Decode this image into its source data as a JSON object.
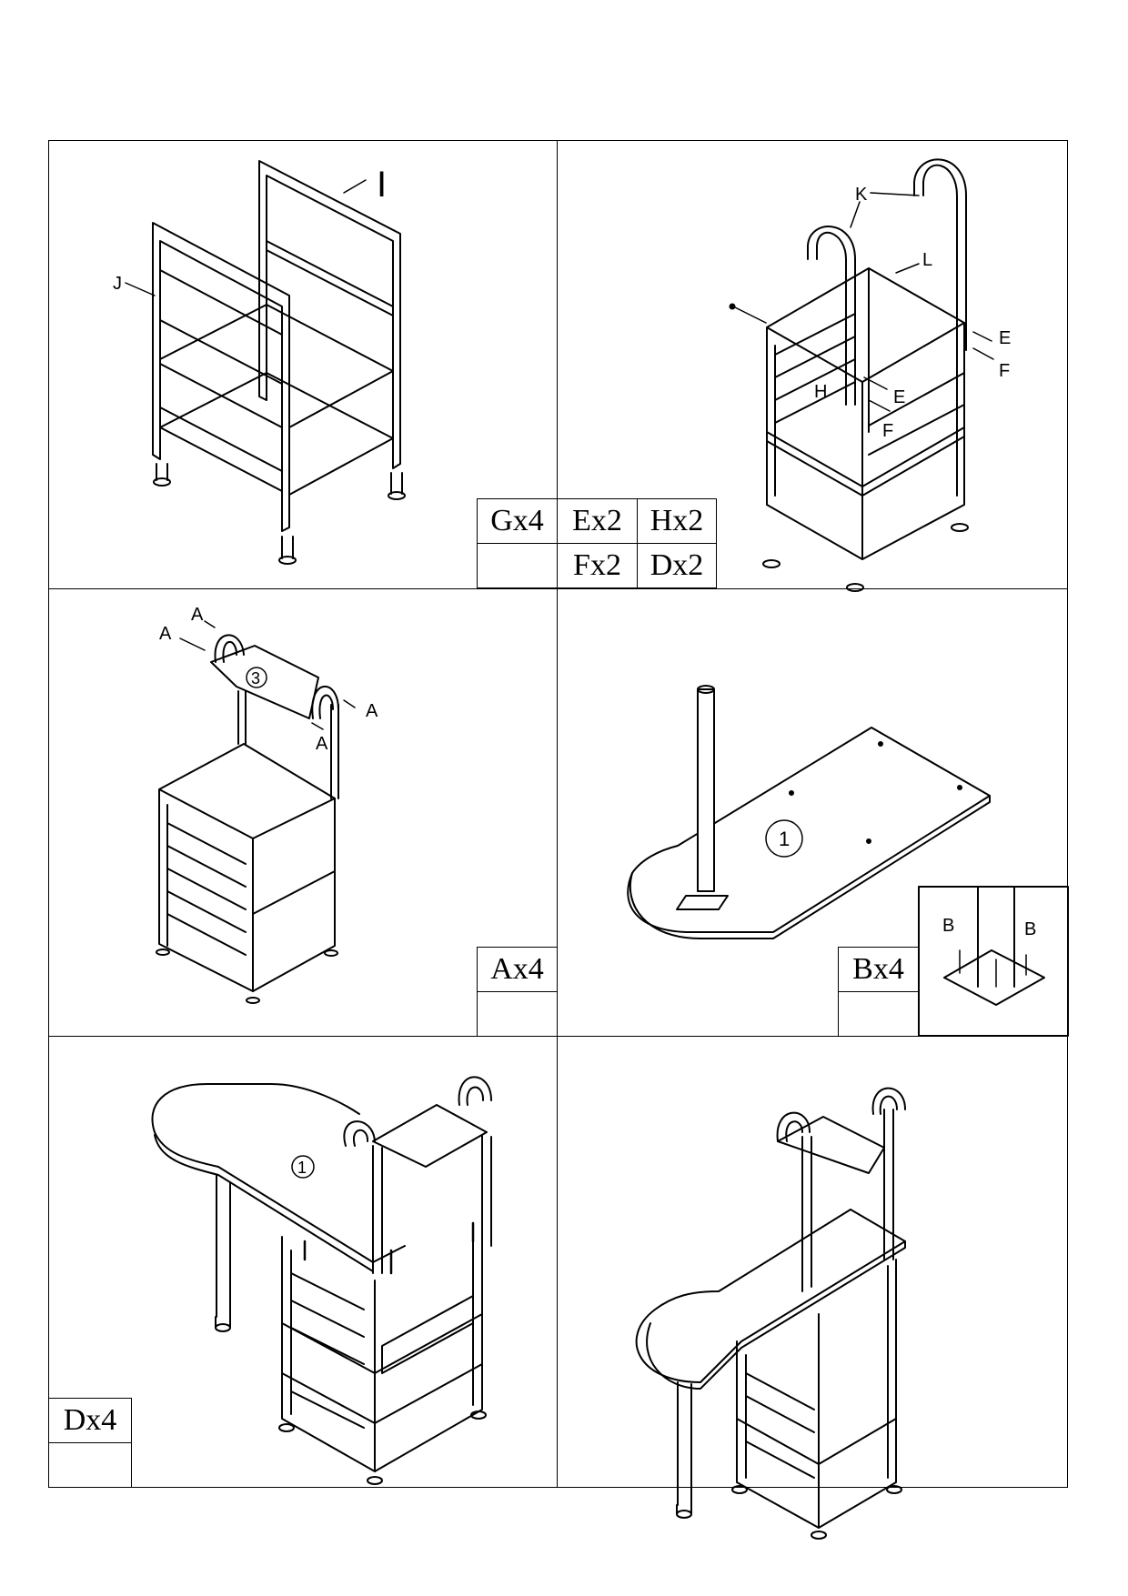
{
  "panel1": {
    "label_I": "I",
    "label_J": "J"
  },
  "panel1_box": {
    "g": "Gx4",
    "e": "Ex2",
    "h": "Hx2",
    "f": "Fx2",
    "d": "Dx2"
  },
  "panel2": {
    "k": "K",
    "l": "L",
    "e1": "E",
    "f1": "F",
    "h": "H",
    "e2": "E",
    "f2": "F"
  },
  "panel3": {
    "a1": "A",
    "a2": "A",
    "a3": "A",
    "a4": "A",
    "part": "3"
  },
  "panel3_box": {
    "a": "Ax4"
  },
  "panel4": {
    "part": "1",
    "b1": "B",
    "b2": "B"
  },
  "panel4_box": {
    "b": "Bx4"
  },
  "panel5": {
    "part": "1"
  },
  "panel5_box": {
    "d": "Dx4"
  }
}
